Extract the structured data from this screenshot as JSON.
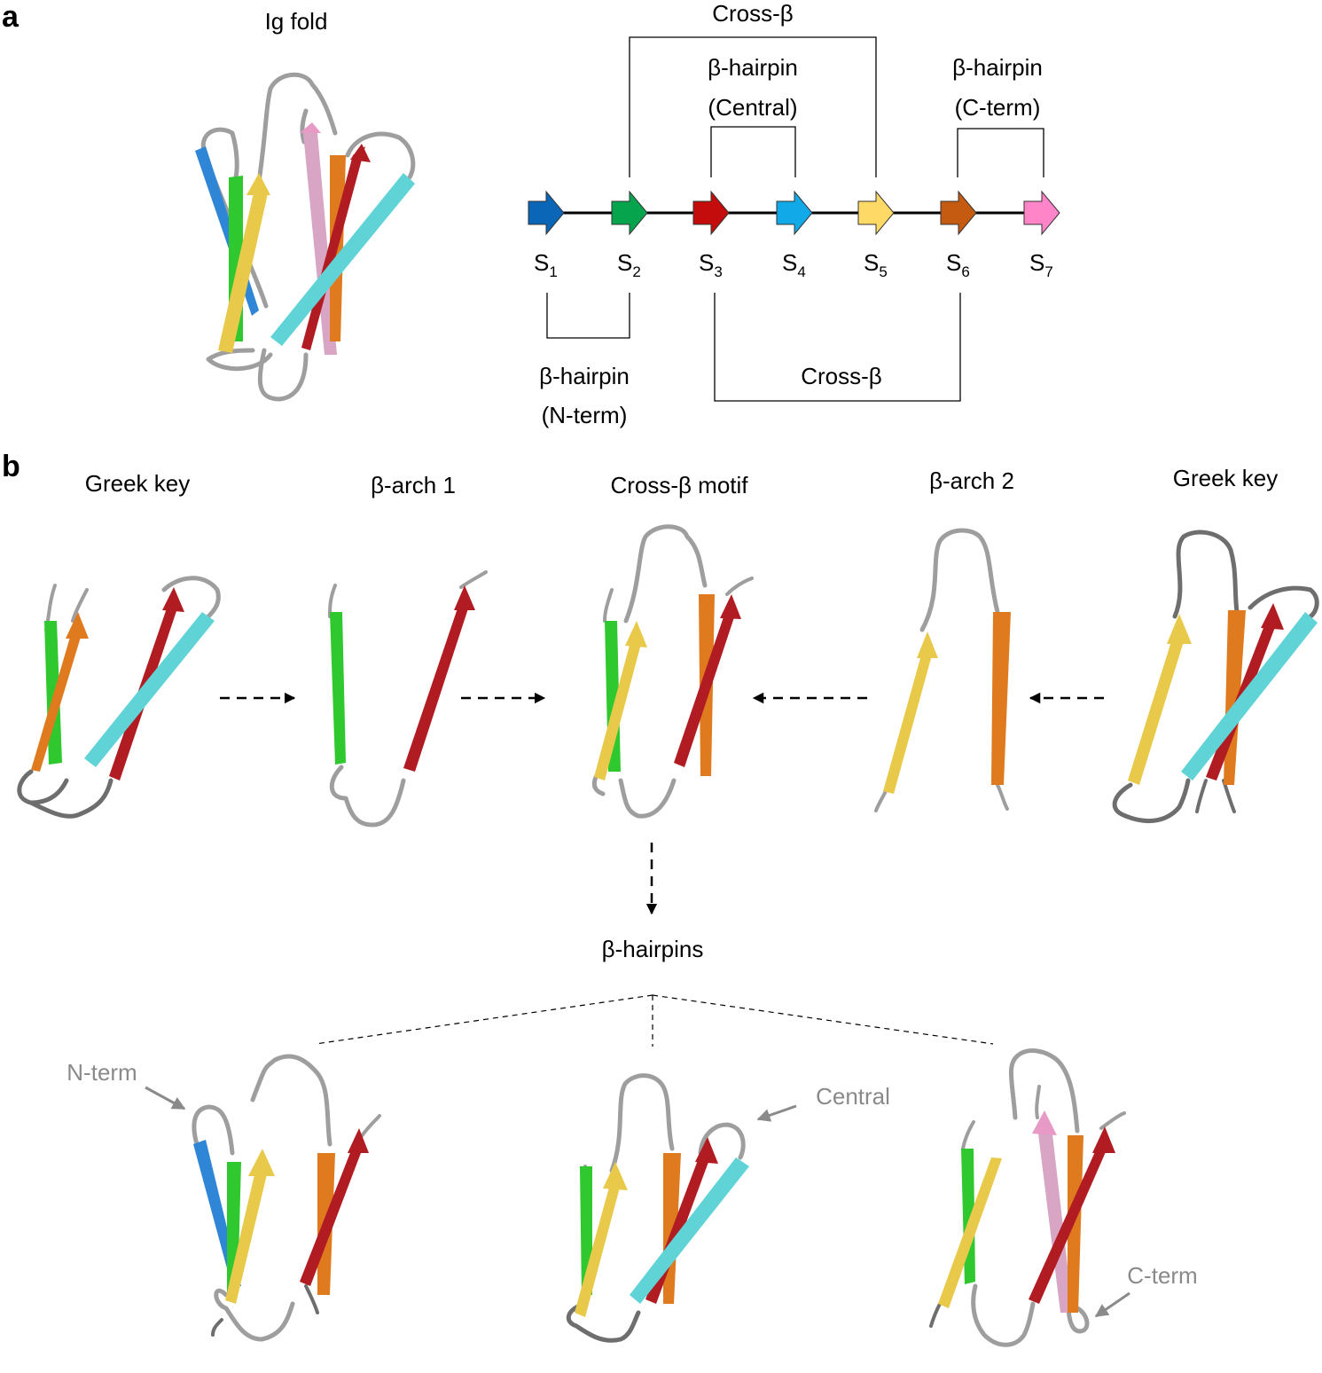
{
  "panel_a": {
    "letter": "a",
    "title": "Ig fold",
    "strands": [
      {
        "main": "S",
        "sub": "1",
        "color": "#0b66b8"
      },
      {
        "main": "S",
        "sub": "2",
        "color": "#06a44d"
      },
      {
        "main": "S",
        "sub": "3",
        "color": "#c40c0c"
      },
      {
        "main": "S",
        "sub": "4",
        "color": "#12a9e8"
      },
      {
        "main": "S",
        "sub": "5",
        "color": "#ffd966"
      },
      {
        "main": "S",
        "sub": "6",
        "color": "#c55a11"
      },
      {
        "main": "S",
        "sub": "7",
        "color": "#ff85c8"
      }
    ],
    "cross_beta_top": "Cross-β",
    "hairpin_central_1": "β-hairpin",
    "hairpin_central_2": "(Central)",
    "hairpin_cterm_1": "β-hairpin",
    "hairpin_cterm_2": "(C-term)",
    "hairpin_nterm_1": "β-hairpin",
    "hairpin_nterm_2": "(N-term)",
    "cross_beta_bottom": "Cross-β"
  },
  "panel_b": {
    "letter": "b",
    "titles": [
      "Greek key",
      "β-arch 1",
      "Cross-β motif",
      "β-arch 2",
      "Greek key"
    ],
    "hairpins_label": "β-hairpins",
    "callout_nterm": "N-term",
    "callout_central": "Central",
    "callout_cterm": "C-term"
  },
  "colors": {
    "blue": "#2f86d6",
    "green": "#2fc82f",
    "yellow": "#e8c94a",
    "orange": "#e07a1e",
    "red": "#b01c22",
    "cyan": "#5fd3d6",
    "pink": "#e89ac6",
    "loop": "#9e9e9e",
    "callout": "#8a8a8a"
  }
}
